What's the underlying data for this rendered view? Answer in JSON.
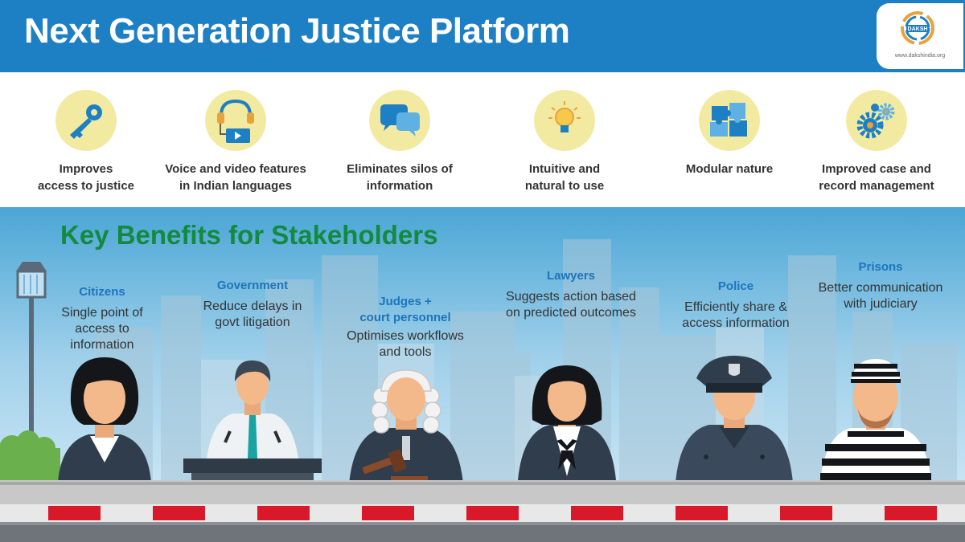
{
  "header": {
    "title": "Next Generation Justice Platform"
  },
  "logo": {
    "name": "DAKSH",
    "url": "www.dakshindia.org"
  },
  "features": [
    {
      "icon": "key-icon",
      "label": "Improves\naccess to justice"
    },
    {
      "icon": "headphones-video-icon",
      "label": "Voice and video features\nin Indian languages"
    },
    {
      "icon": "chat-bubbles-icon",
      "label": "Eliminates silos of\ninformation"
    },
    {
      "icon": "lightbulb-icon",
      "label": "Intuitive and\nnatural to use"
    },
    {
      "icon": "puzzle-icon",
      "label": "Modular nature"
    },
    {
      "icon": "gears-icon",
      "label": "Improved case and\nrecord management"
    }
  ],
  "section": {
    "title": "Key Benefits for Stakeholders"
  },
  "stakeholders": [
    {
      "name": "Citizens",
      "description": "Single point of\naccess to\ninformation"
    },
    {
      "name": "Government",
      "description": "Reduce delays in\ngovt litigation"
    },
    {
      "name": "Judges +\ncourt personnel",
      "description": "Optimises workflows\nand tools"
    },
    {
      "name": "Lawyers",
      "description": "Suggests action based\non predicted outcomes"
    },
    {
      "name": "Police",
      "description": "Efficiently share &\naccess information"
    },
    {
      "name": "Prisons",
      "description": "Better communication\nwith judiciary"
    }
  ],
  "colors": {
    "header": "#1d7fc4",
    "section_title": "#138a3e",
    "stakeholder_name": "#1d75bb",
    "icon_circle": "#f3eaa2"
  }
}
